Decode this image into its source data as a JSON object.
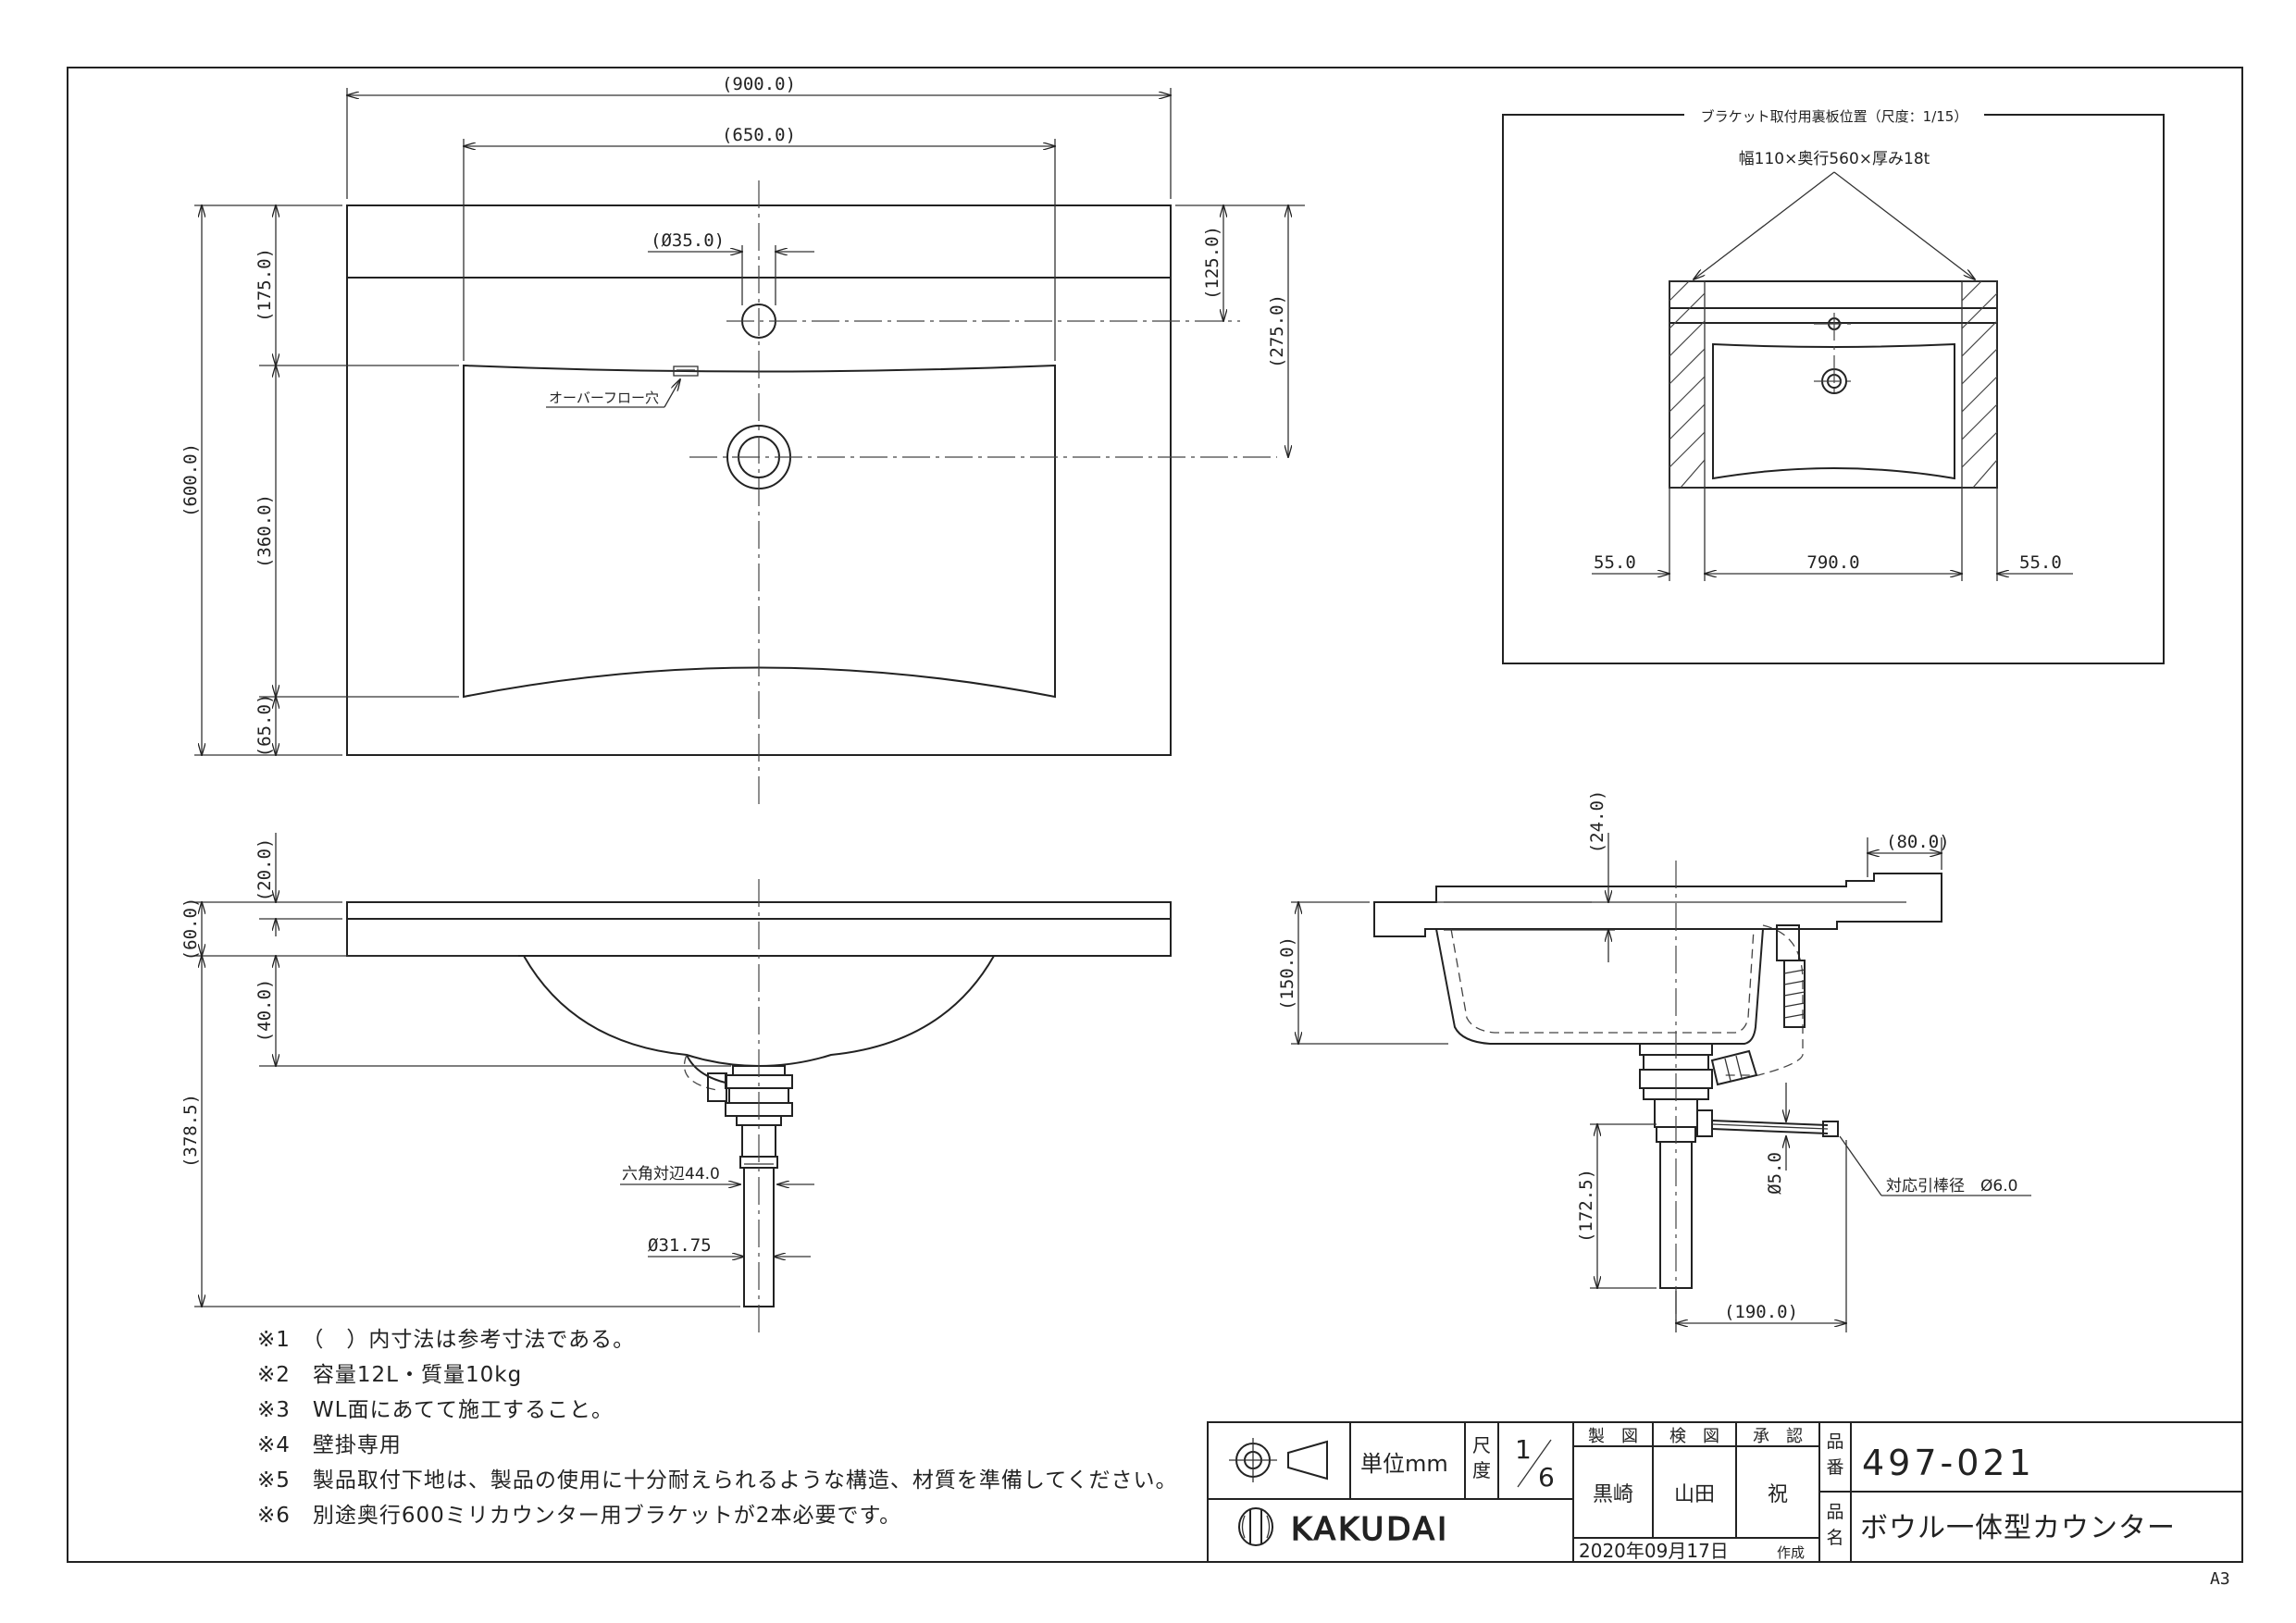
{
  "top_view": {
    "dims": {
      "w_total": "(900.0)",
      "w_bowl": "(650.0)",
      "tap_hole": "(Ø35.0)",
      "h_total": "(600.0)",
      "h_175": "(175.0)",
      "h_360": "(360.0)",
      "h_65": "(65.0)",
      "h_125": "(125.0)",
      "h_275": "(275.0)"
    },
    "overflow_label": "オーバーフロー穴"
  },
  "detail": {
    "title": "ブラケット取付用裏板位置（尺度：1/15）",
    "board_spec": "幅110×奥行560×厚み18t",
    "dims": {
      "left": "55.0",
      "center": "790.0",
      "right": "55.0"
    }
  },
  "front_view": {
    "dims": {
      "d20": "(20.0)",
      "d60": "(60.0)",
      "d40": "(40.0)",
      "d378": "(378.5)",
      "hex": "六角対辺44.0",
      "pipe": "Ø31.75"
    }
  },
  "side_view": {
    "dims": {
      "d24": "(24.0)",
      "d80": "(80.0)",
      "d150": "(150.0)",
      "d172": "(172.5)",
      "d5": "Ø5.0",
      "d190": "(190.0)"
    },
    "wire_label": "対応引棒径　Ø6.0"
  },
  "notes": [
    "※1　（　）内寸法は参考寸法である。",
    "※2　容量12L・質量10kg",
    "※3　WL面にあてて施工すること。",
    "※4　壁掛専用",
    "※5　製品取付下地は、製品の使用に十分耐えられるような構造、材質を準備してください。",
    "※6　別途奥行600ミリカウンター用ブラケットが2本必要です。"
  ],
  "title_block": {
    "unit_label": "単位mm",
    "scale_label_1": "尺",
    "scale_label_2": "度",
    "scale_num": "1",
    "scale_den": "6",
    "made_label": "製　図",
    "check_label": "検　図",
    "approve_label": "承　認",
    "made_by": "黒崎",
    "check_by": "山田",
    "approve_by": "祝",
    "date": "2020年09月17日",
    "created": "作成",
    "part_no_label_1": "品",
    "part_no_label_2": "番",
    "part_name_label_1": "品",
    "part_name_label_2": "名",
    "part_no": "497-021",
    "part_name": "ボウル一体型カウンター",
    "brand": "KAKUDAI",
    "paper": "A3"
  }
}
